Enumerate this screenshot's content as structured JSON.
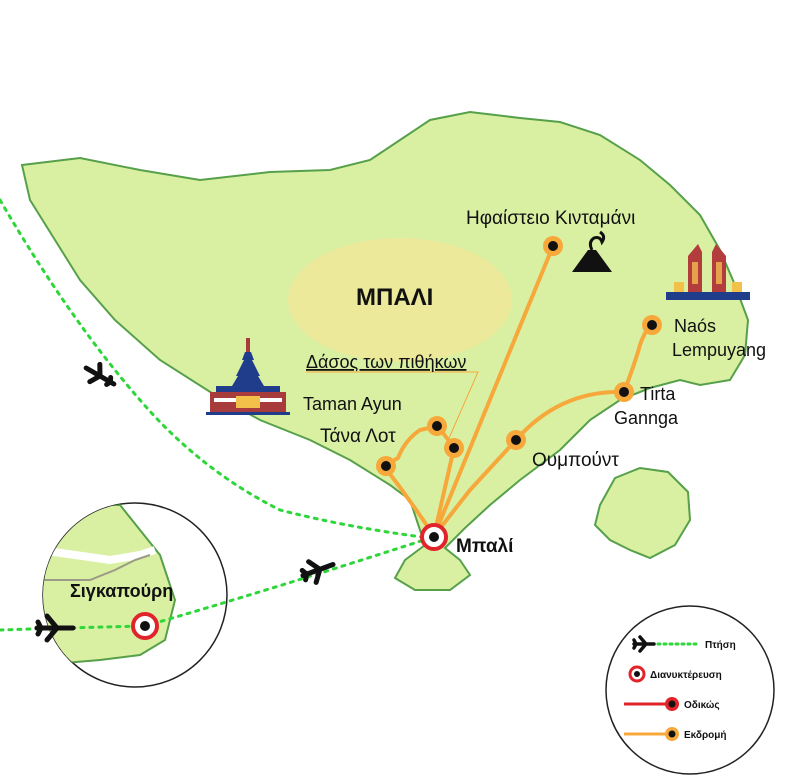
{
  "map": {
    "island_title": "ΜΠΑΛΙ",
    "places": {
      "kintamani": "Ηφαίστειο Κινταμάνι",
      "monkey_forest": "Δάσος των πιθήκων",
      "taman_ayun": "Taman Ayun",
      "tanah_lot": "Τάνα Λοτ",
      "ubud": "Ουμπούντ",
      "tirta_1": "Tirta",
      "tirta_2": "Gannga",
      "lempuyang_1": "Naós",
      "lempuyang_2": "Lempuyang",
      "bali_hub": "Μπαλί",
      "singapore": "Σιγκαπούρη"
    },
    "icons": {
      "volcano": "volcano-icon",
      "temple_pagoda": "pagoda-temple-icon",
      "temple_gate": "split-gate-temple-icon",
      "plane": "airplane-icon"
    },
    "colors": {
      "land": "#d9f0a3",
      "land_outline": "#57a04a",
      "center_highlight": "#ece99a",
      "flight": "#2fd63a",
      "stopover": "#e0242a",
      "road": "#e0242a",
      "excursion": "#f6a83a",
      "marker_fill": "#111111"
    }
  },
  "legend": {
    "flight": "Πτήση",
    "stopover": "Διανυκτέρευση",
    "road": "Οδικώς",
    "excursion": "Εκδρομή"
  }
}
